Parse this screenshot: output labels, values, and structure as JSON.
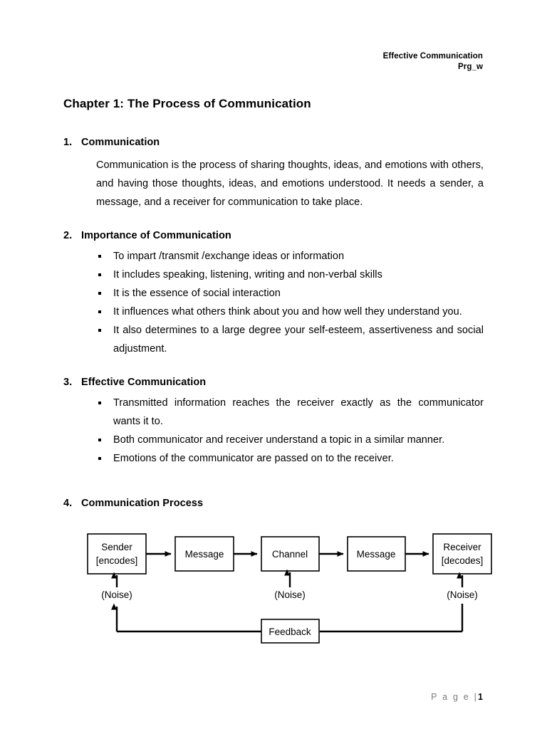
{
  "header": {
    "line1": "Effective Communication",
    "line2": "Prg_w"
  },
  "chapter_title": "Chapter 1: The Process of Communication",
  "sections": [
    {
      "number": "1.",
      "title": "Communication",
      "paragraph": "Communication is the process of sharing thoughts, ideas, and emotions with others, and having those thoughts, ideas, and emotions understood. It needs a sender, a message, and a receiver for communication to take place."
    },
    {
      "number": "2.",
      "title": "Importance of Communication",
      "bullets": [
        "To impart /transmit /exchange ideas or information",
        "It includes speaking, listening, writing and non-verbal skills",
        "It is the essence of social interaction",
        "It influences what others think about you and how well they understand you.",
        "It also determines to a large degree your self-esteem, assertiveness and social adjustment."
      ]
    },
    {
      "number": "3.",
      "title": "Effective Communication",
      "bullets": [
        "Transmitted information reaches the receiver exactly as the communicator wants it to.",
        "Both communicator and receiver understand a topic in a similar manner.",
        "Emotions of the communicator are passed on to the receiver."
      ]
    },
    {
      "number": "4.",
      "title": "Communication Process"
    }
  ],
  "diagram": {
    "boxes": [
      {
        "id": "sender",
        "line1": "Sender",
        "line2": "[encodes]"
      },
      {
        "id": "message1",
        "line1": "Message",
        "line2": ""
      },
      {
        "id": "channel",
        "line1": "Channel",
        "line2": ""
      },
      {
        "id": "message2",
        "line1": "Message",
        "line2": ""
      },
      {
        "id": "receiver",
        "line1": "Receiver",
        "line2": "[decodes]"
      }
    ],
    "noise_labels": [
      "(Noise)",
      "(Noise)",
      "(Noise)"
    ],
    "feedback_label": "Feedback",
    "line_color": "#000000",
    "box_fill": "#ffffff"
  },
  "footer": {
    "label": "P a g e  |",
    "page_number": "1"
  }
}
